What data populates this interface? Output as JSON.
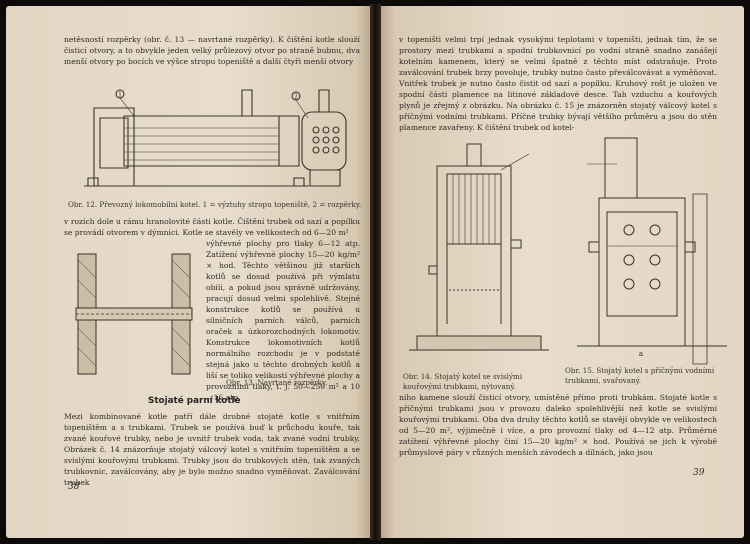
{
  "left_page": {
    "para_top": "netěsností rozpěrky (obr. č. 13 — navrtané rozpěrky). K čištění kotle slouží čisticí otvory, a to obvykle jeden velký průlezový otvor po straně bubnu, dva menší otvory po bocích ve výšce stropu topeniště a další čtyři menší otvory",
    "fig12_callouts": [
      "1",
      "2"
    ],
    "fig12_caption": "Obr. 12. Převozný lokomobilní kotel. 1 = výztuhy stropu topeniště, 2 = rozpěrky.",
    "para_wide": "v rozích dole u rámu hranolovité části kotle. Čištění trubek od sazí a popílku se provádí otvorem v dýmnici. Kotle se stavěly ve velikostech od 6—20 m²",
    "para_narrow": "výhřevné plochy pro tlaky 6—12 atp. Zatížení výhřevné plochy 15—20 kg/m² × hod. Těchto většinou již starších kotlů se dosud používá při výmlatu obilí, a pokud jsou správně udržovány, pracují dosud velmi spolehlivě. Stejné konstrukce kotlů se používá u silničních parních válců, parních oraček a úzkorozchodných lokomotiv. Konstrukce lokomotivních kotlů normálního rozchodu je v podstatě stejná jako u těchto drobných kotlů a liší se toliko velikostí výhřevné plochy a provozními tlaky, t. j. 50—250 m² a 10—16 atp.",
    "fig13_caption": "Obr. 13. Navrtané rozpěrky.",
    "section_heading": "Stojaté parní kotle",
    "para_bottom": "Mezi kombinované kotle patří dále drobné stojaté kotle s vnitřním topeništěm a s trubkami. Trubek se používá buď k průchodu kouře, tak zvané kouřové trubky, nebo je uvnitř trubek voda, tak zvané vodní trubky. Obrázek č. 14 znázorňuje stojatý válcový kotel s vnitřním topeništěm a se svislými kouřovými trubkami. Trubky jsou do trubkových stěn, tak zvaných trubkovnic, zaválcovány, aby je bylo možno snadno vyměňovat. Zaválcování trubek",
    "page_number": "38"
  },
  "right_page": {
    "para_top": "v topeništi velmi trpí jednak vysokými teplotami v topeništi, jednak tím, že se prostory mezi trubkami a spodní trubkovnicí po vodní straně snadno zanášejí kotelním kamenem, který se velmi špatně z těchto míst odstraňuje. Proto zaválcování trubek brzy povoluje, trubky nutno často převálcovávat a vyměňovat. Vnitřek trubek je nutno často čistit od sazí a popílku. Kruhový rošt je uložen ve spodní části plamence na litinové základové desce. Tah vzduchu a kouřových plynů je zřejmý z obrázku. Na obrázku č. 15 je znázorněn stojatý válcový kotel s příčnými vodními trubkami. Příčné trubky bývají většího průměru a jsou do stěn plamence zavařeny. K čištění trubek od kotel-",
    "fig14_caption": "Obr. 14. Stojatý kotel se svislými kouřovými trubkami, nýtovaný.",
    "fig15_label": "a",
    "fig15_caption": "Obr. 15. Stojatý kotel s příčnými vodními trubkami, svařovaný.",
    "para_bottom": "ního kamene slouží čisticí otvory, umístěné přímo proti trubkám. Stojaté kotle s příčnými trubkami jsou v provozu daleko spolehlivější než kotle se svislými kouřovými trubkami. Oba dva druhy těchto kotlů se stavějí obvykle ve velikostech od 5—20 m², výjimečně i více, a pro provozní tlaky od 4—12 atp. Průměrné zatížení výhřevné plochy činí 15—20 kg/m² × hod. Používá se jich k výrobě průmyslové páry v různých menších závodech a dílnách, jako jsou",
    "page_number": "39"
  },
  "colors": {
    "paper": "#e7dccb",
    "ink": "#2f2a25",
    "spine": "#120c08",
    "background": "#0d0b0a"
  }
}
